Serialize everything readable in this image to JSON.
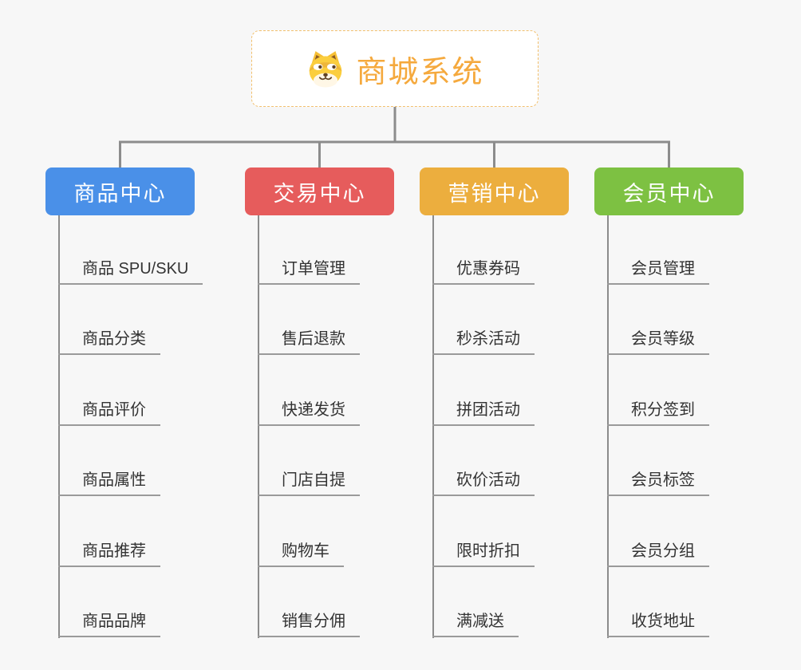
{
  "root": {
    "label": "商城系统",
    "icon": "doge-icon"
  },
  "branches": [
    {
      "key": "product-center",
      "label": "商品中心",
      "color": "#4A90E8",
      "children": [
        "商品 SPU/SKU",
        "商品分类",
        "商品评价",
        "商品属性",
        "商品推荐",
        "商品品牌"
      ]
    },
    {
      "key": "trade-center",
      "label": "交易中心",
      "color": "#E65C5C",
      "children": [
        "订单管理",
        "售后退款",
        "快递发货",
        "门店自提",
        "购物车",
        "销售分佣"
      ]
    },
    {
      "key": "marketing-center",
      "label": "营销中心",
      "color": "#ECAE3E",
      "children": [
        "优惠券码",
        "秒杀活动",
        "拼团活动",
        "砍价活动",
        "限时折扣",
        "满减送"
      ]
    },
    {
      "key": "member-center",
      "label": "会员中心",
      "color": "#7DC142",
      "children": [
        "会员管理",
        "会员等级",
        "积分签到",
        "会员标签",
        "会员分组",
        "收货地址"
      ]
    }
  ],
  "colors": {
    "background": "#f7f7f7",
    "connector": "#8c8c8c",
    "leaf_underline": "#9a9a9a",
    "leaf_text": "#333333",
    "root_text": "#f5a93d",
    "root_border": "#f2c06e"
  }
}
